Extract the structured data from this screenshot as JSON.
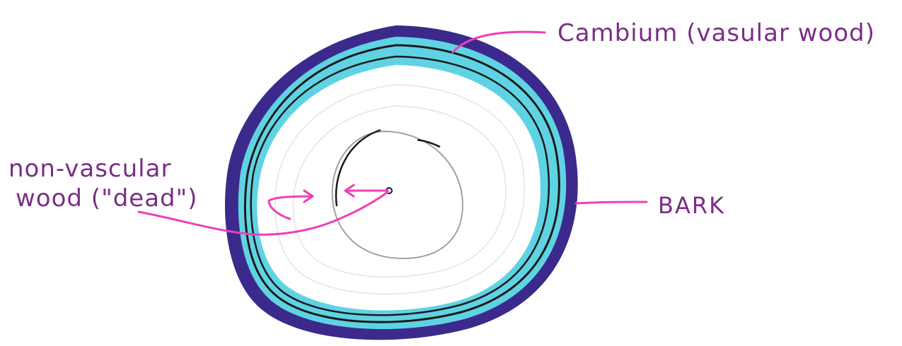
{
  "labels": {
    "cambium": "Cambium (vasular wood)",
    "non_vascular_line1": "non-vascular",
    "non_vascular_line2": "wood (\"dead\")",
    "bark": "BARK"
  },
  "colors": {
    "bark": "#3b2a8c",
    "cambium": "#5fd3e3",
    "wood": "#ffffff",
    "ring_line": "#1a1a1a",
    "heartwood_outline": "#9aa3a8",
    "label_text": "#7a2e86",
    "pointer_lines": "#ee3fb5"
  }
}
